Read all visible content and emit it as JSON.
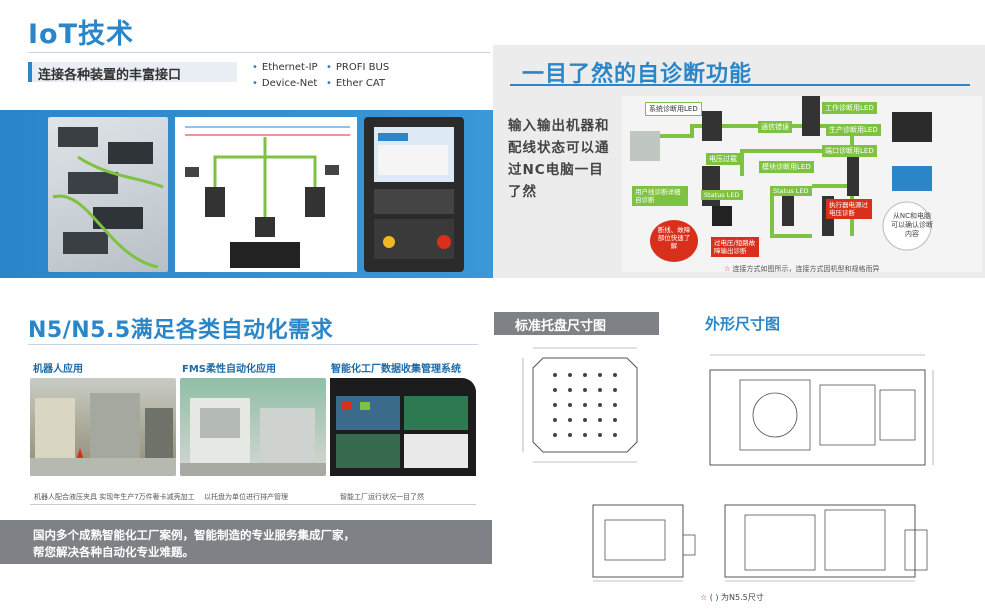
{
  "iot": {
    "title": "IoT技术",
    "subtitle": "连接各种装置的丰富接口",
    "bullets": [
      "Ethernet-IP",
      "PROFI BUS",
      "Device-Net",
      "Ether CAT"
    ]
  },
  "diag": {
    "title": "一目了然的自诊断功能",
    "body": "输入输出机器和配线状态可以通过NC电脑一目了然",
    "labels": {
      "sys_led": "系统诊断用LED",
      "power_led": "工作诊断用LED",
      "comm_err": "通信错误",
      "prod_led": "生产诊断用LED",
      "power_over": "电压过载",
      "status_led_1": "模块诊断用LED",
      "port_led": "端口诊断用LED",
      "status_led_2": "Status LED",
      "status_led_3": "Status LED",
      "detail": "用户线诊断详细自诊断",
      "load_led": "执行器电源过电压诊断",
      "short": "过电压/短路故障输出诊断",
      "quick": "断线、故障部位快速了解",
      "nc_pc": "从NC和电脑可以确认诊断内容",
      "note": "连接方式如图所示，连接方式因机型和规格而异"
    }
  },
  "n5": {
    "title": "N5/N5.5满足各类自动化需求",
    "apps": [
      {
        "label": "机器人应用",
        "caption": "机器人配合液压夹具 实现年生产7万件奢卡减壳加工"
      },
      {
        "label": "FMS柔性自动化应用",
        "caption": "以托盘为单位进行排产管理"
      },
      {
        "label": "智能化工厂数据收集管理系统",
        "caption": "智能工厂运行状况一目了然"
      }
    ],
    "banner_line1": "国内多个成熟智能化工厂案例，智能制造的专业服务集成厂家，",
    "banner_line2": "帮您解决各种自动化专业难题。"
  },
  "dims": {
    "pallet_title": "标准托盘尺寸图",
    "outline_title": "外形尺寸图",
    "footnote": "( ) 为N5.5尺寸",
    "mark": "☆"
  },
  "colors": {
    "accent_blue": "#2a86c8",
    "dark_blue": "#1f6aa5",
    "green": "#7fc241",
    "red": "#d9301c"
  }
}
